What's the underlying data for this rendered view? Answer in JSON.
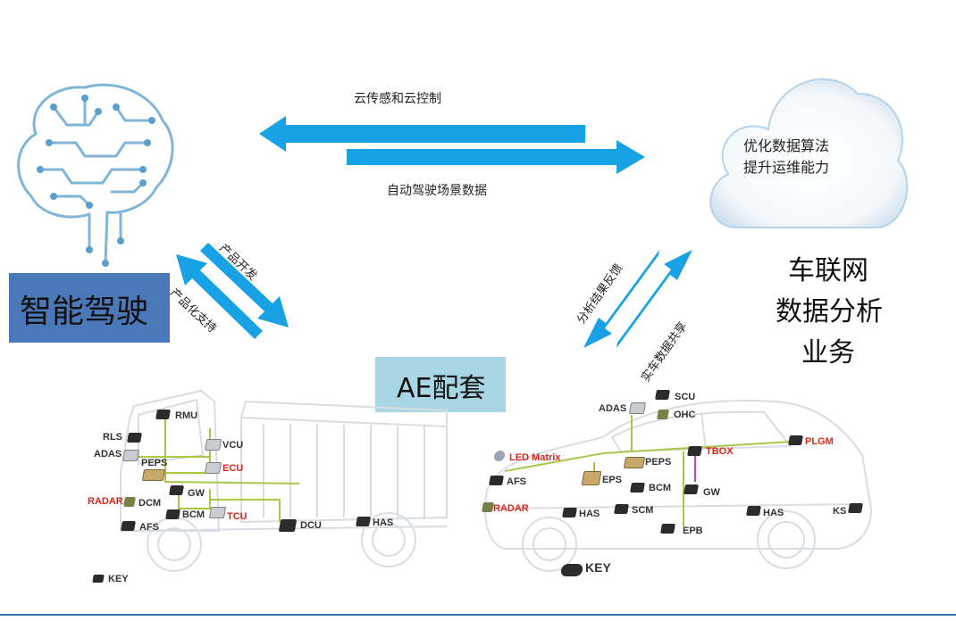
{
  "arrows": {
    "cloud_sensing": "云传感和云控制",
    "scene_data": "自动驾驶场景数据",
    "product_dev": "产品开发",
    "product_support": "产品化支持",
    "analysis_feedback": "分析结果反馈",
    "vehicle_data_share": "实车数据共享"
  },
  "cloud": {
    "line1": "优化数据算法",
    "line2": "提升运维能力"
  },
  "ivs_title": {
    "line1": "车联网",
    "line2": "数据分析",
    "line3": "业务"
  },
  "autonomous_box": {
    "label": "智能驾驶"
  },
  "ae_box": {
    "label": "AE配套"
  },
  "colors": {
    "arrow": "#19a1e6",
    "box_blue": "#4a78b8",
    "box_light": "#a8d6e4",
    "harness": "#a8c84a"
  },
  "truck_labels": {
    "rmu": "RMU",
    "rls": "RLS",
    "adas": "ADAS",
    "vcu": "VCU",
    "peps": "PEPS",
    "ecu": "ECU",
    "gw": "GW",
    "radar": "RADAR",
    "dcm": "DCM",
    "bcm": "BCM",
    "tcu": "TCU",
    "dcu": "DCU",
    "afs": "AFS",
    "has": "HAS",
    "key": "KEY"
  },
  "car_labels": {
    "adas": "ADAS",
    "scu": "SCU",
    "ohc": "OHC",
    "led": "LED Matrix",
    "tbox": "TBOX",
    "plgm": "PLGM",
    "afs": "AFS",
    "eps": "EPS",
    "peps": "PEPS",
    "bcm": "BCM",
    "gw": "GW",
    "radar": "RADAR",
    "has1": "HAS",
    "scm": "SCM",
    "has2": "HAS",
    "ks": "KS",
    "epb": "EPB",
    "key": "KEY"
  }
}
